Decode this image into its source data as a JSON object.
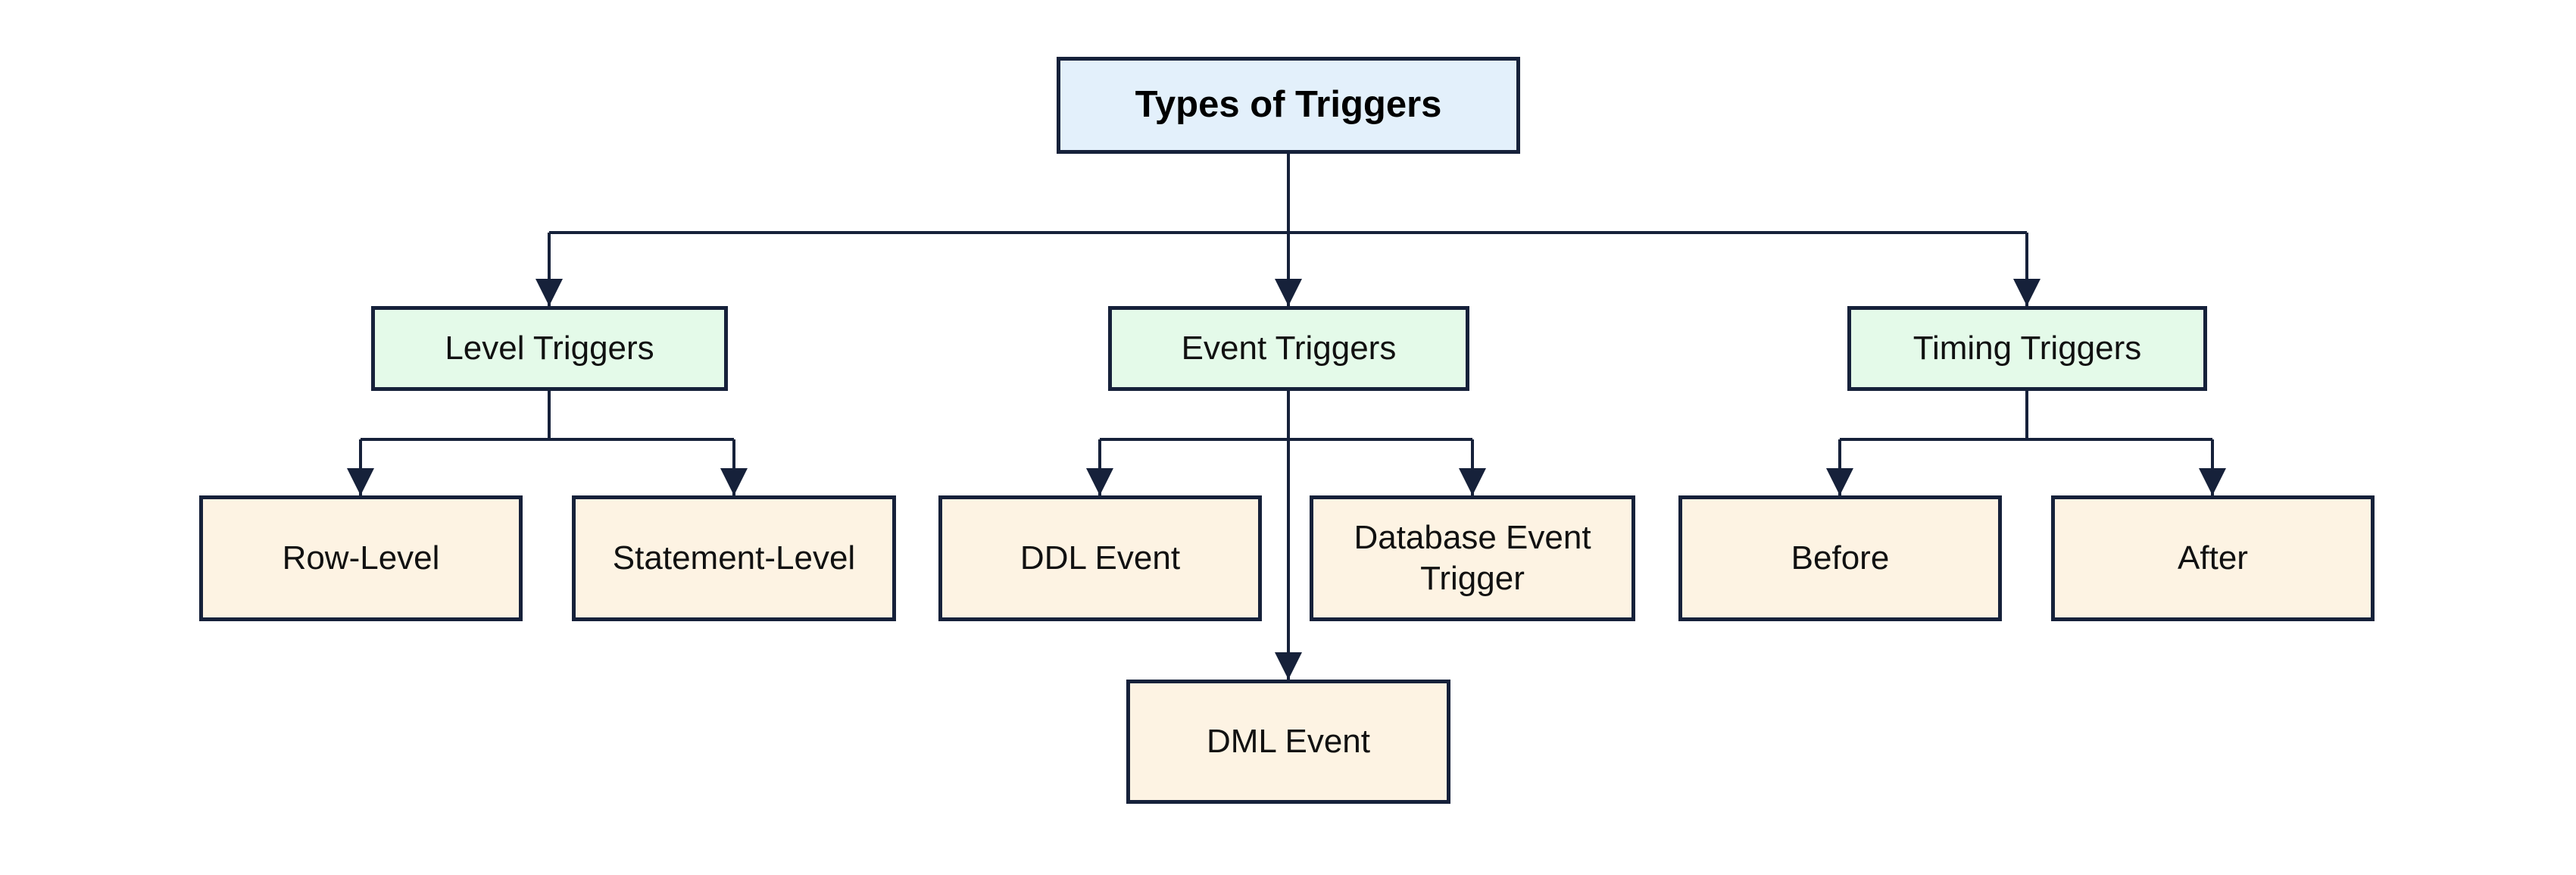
{
  "diagram": {
    "title": "Types of Triggers",
    "nodes": {
      "root": {
        "label": "Types of Triggers",
        "level": 0
      },
      "level": {
        "label": "Level Triggers",
        "level": 1
      },
      "event": {
        "label": "Event Triggers",
        "level": 1
      },
      "timing": {
        "label": "Timing Triggers",
        "level": 1
      },
      "row": {
        "label": "Row-Level",
        "level": 2
      },
      "stmt": {
        "label": "Statement-Level",
        "level": 2
      },
      "ddl": {
        "label": "DDL Event",
        "level": 2
      },
      "dbe": {
        "label": "Database Event Trigger",
        "level": 2
      },
      "before": {
        "label": "Before",
        "level": 2
      },
      "after": {
        "label": "After",
        "level": 2
      },
      "dml": {
        "label": "DML Event",
        "level": 2
      }
    },
    "edges": [
      {
        "from": "root",
        "to": "level"
      },
      {
        "from": "root",
        "to": "event"
      },
      {
        "from": "root",
        "to": "timing"
      },
      {
        "from": "level",
        "to": "row"
      },
      {
        "from": "level",
        "to": "stmt"
      },
      {
        "from": "event",
        "to": "ddl"
      },
      {
        "from": "event",
        "to": "dml"
      },
      {
        "from": "event",
        "to": "dbe"
      },
      {
        "from": "timing",
        "to": "before"
      },
      {
        "from": "timing",
        "to": "after"
      }
    ],
    "colors": {
      "root_fill": "#e3f0fb",
      "branch_fill": "#e4fae9",
      "leaf_fill": "#fdf3e3",
      "stroke": "#16213a",
      "text": "#111111",
      "bg": "#ffffff"
    }
  }
}
